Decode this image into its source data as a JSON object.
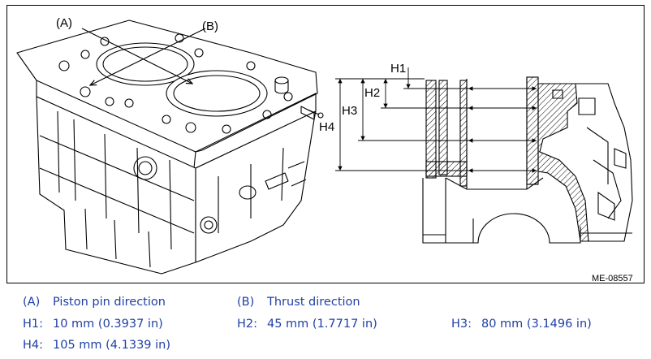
{
  "figure": {
    "callouts": {
      "a": "(A)",
      "b": "(B)"
    },
    "dimension_labels": {
      "h1": "H1",
      "h2": "H2",
      "h3": "H3",
      "h4": "H4"
    },
    "figure_id": "ME-08557"
  },
  "legend": {
    "row1": [
      {
        "key": "(A)",
        "text": "Piston pin direction"
      },
      {
        "key": "(B)",
        "text": "Thrust direction"
      }
    ],
    "row2": [
      {
        "key": "H1:",
        "text": "10 mm (0.3937 in)"
      },
      {
        "key": "H2:",
        "text": "45 mm (1.7717 in)"
      },
      {
        "key": "H3:",
        "text": "80 mm (3.1496 in)"
      }
    ],
    "row3": [
      {
        "key": "H4:",
        "text": "105 mm (4.1339 in)"
      }
    ]
  },
  "colors": {
    "legend_text": "#1f3fa6",
    "line_art": "#000000"
  }
}
